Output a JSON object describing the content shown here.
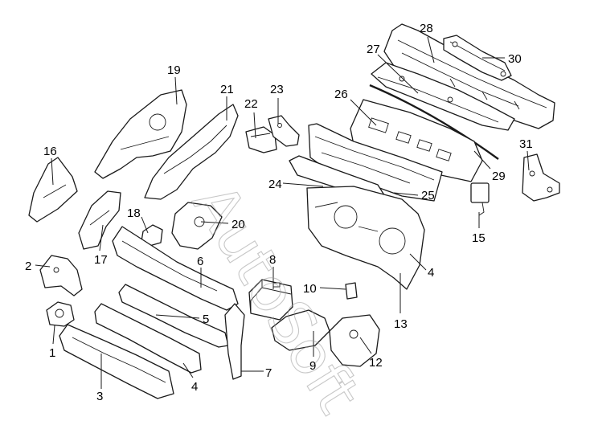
{
  "diagram": {
    "watermark": "AutoSoft",
    "callouts": [
      {
        "id": "1",
        "label": "1"
      },
      {
        "id": "2",
        "label": "2"
      },
      {
        "id": "3",
        "label": "3"
      },
      {
        "id": "4a",
        "label": "4"
      },
      {
        "id": "4b",
        "label": "4"
      },
      {
        "id": "5",
        "label": "5"
      },
      {
        "id": "6",
        "label": "6"
      },
      {
        "id": "7",
        "label": "7"
      },
      {
        "id": "8",
        "label": "8"
      },
      {
        "id": "9",
        "label": "9"
      },
      {
        "id": "10",
        "label": "10"
      },
      {
        "id": "12",
        "label": "12"
      },
      {
        "id": "13",
        "label": "13"
      },
      {
        "id": "15",
        "label": "15"
      },
      {
        "id": "16",
        "label": "16"
      },
      {
        "id": "17",
        "label": "17"
      },
      {
        "id": "18",
        "label": "18"
      },
      {
        "id": "19",
        "label": "19"
      },
      {
        "id": "20",
        "label": "20"
      },
      {
        "id": "21",
        "label": "21"
      },
      {
        "id": "22",
        "label": "22"
      },
      {
        "id": "23",
        "label": "23"
      },
      {
        "id": "24",
        "label": "24"
      },
      {
        "id": "25",
        "label": "25"
      },
      {
        "id": "26",
        "label": "26"
      },
      {
        "id": "27",
        "label": "27"
      },
      {
        "id": "28",
        "label": "28"
      },
      {
        "id": "29",
        "label": "29"
      },
      {
        "id": "30",
        "label": "30"
      },
      {
        "id": "31",
        "label": "31"
      }
    ]
  }
}
